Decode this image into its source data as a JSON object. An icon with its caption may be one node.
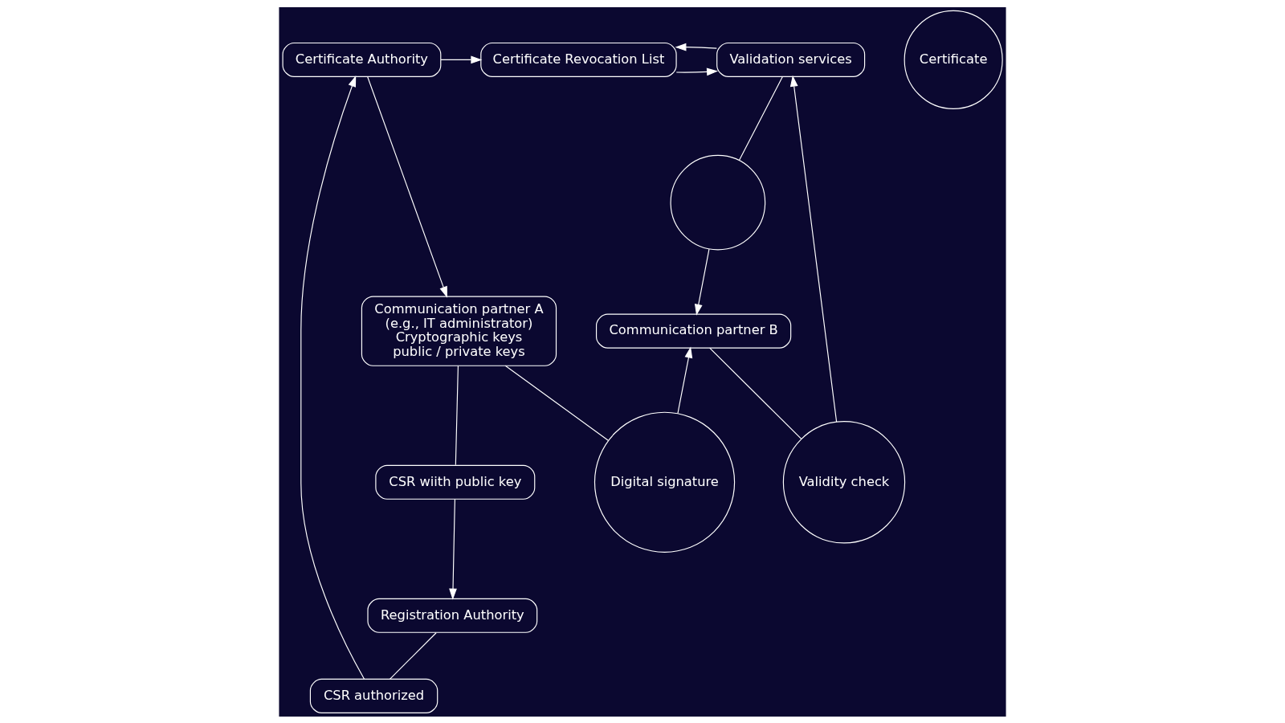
{
  "diagram": {
    "nodes": [
      {
        "text": [
          "Certificate Authority"
        ]
      },
      {
        "text": [
          "Certificate Revocation List"
        ]
      },
      {
        "text": [
          "Validation services"
        ]
      },
      {
        "text": [
          "CSR authorized"
        ]
      },
      {
        "text": [
          "Certificate"
        ]
      },
      {
        "text": [
          "Registration Authority"
        ]
      },
      {
        "text": [
          "CSR wiith public key"
        ]
      },
      {
        "text": [
          "Communication partner A",
          "(e.g., IT administrator)",
          "Cryptographic keys",
          "public / private keys"
        ]
      },
      {
        "text": [
          "Digital signature"
        ]
      },
      {
        "text": [
          "Validity check"
        ]
      },
      {
        "text": [],
        "shape": "circle"
      },
      {
        "text": [
          "Communication partner B"
        ]
      }
    ],
    "edges": [
      {
        "from": 0,
        "to": 1,
        "arrow": "to"
      },
      {
        "from": 1,
        "to": 2,
        "arrow": "to"
      },
      {
        "from": 2,
        "to": 1,
        "arrow": "to"
      },
      {
        "from": 5,
        "to": 3,
        "arrow": "none"
      },
      {
        "from": 3,
        "to": 0,
        "arrow": "to"
      },
      {
        "from": 0,
        "to": 7,
        "arrow": "to"
      },
      {
        "from": 7,
        "to": 6,
        "arrow": "none"
      },
      {
        "from": 6,
        "to": 5,
        "arrow": "to"
      },
      {
        "from": 7,
        "to": 8,
        "arrow": "none"
      },
      {
        "from": 8,
        "to": 11,
        "arrow": "to"
      },
      {
        "from": 11,
        "to": 9,
        "arrow": "none"
      },
      {
        "from": 9,
        "to": 2,
        "arrow": "to"
      },
      {
        "from": 2,
        "to": 10,
        "arrow": "none"
      },
      {
        "from": 10,
        "to": 11,
        "arrow": "to"
      }
    ]
  }
}
